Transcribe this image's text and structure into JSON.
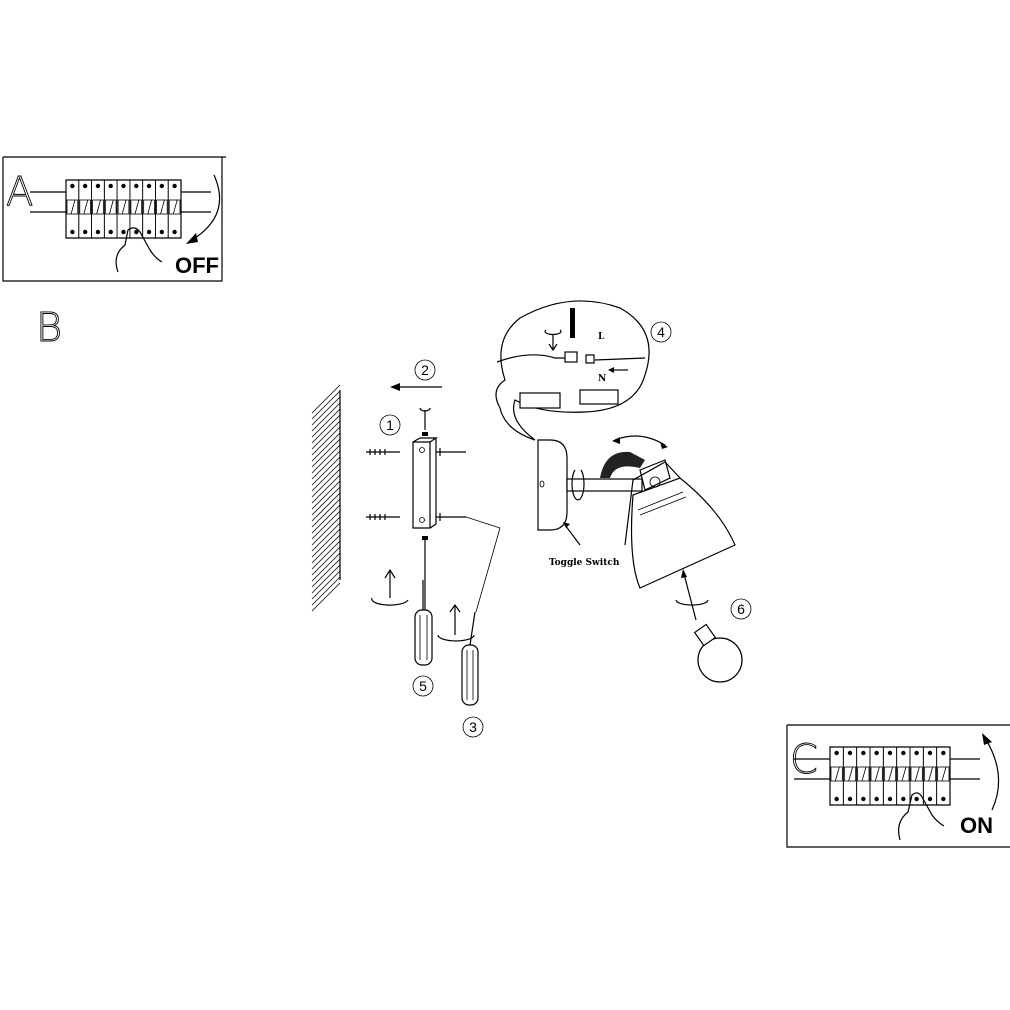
{
  "panel_a": {
    "letter": "A",
    "label": "OFF"
  },
  "panel_b": {
    "letter": "B"
  },
  "panel_c": {
    "letter": "C",
    "label": "ON"
  },
  "steps": {
    "s1": "1",
    "s2": "2",
    "s3": "3",
    "s4": "4",
    "s5": "5",
    "s6": "6"
  },
  "wiring": {
    "live": "L",
    "neutral": "N"
  },
  "lamp": {
    "toggle_label": "Toggle Switch"
  }
}
